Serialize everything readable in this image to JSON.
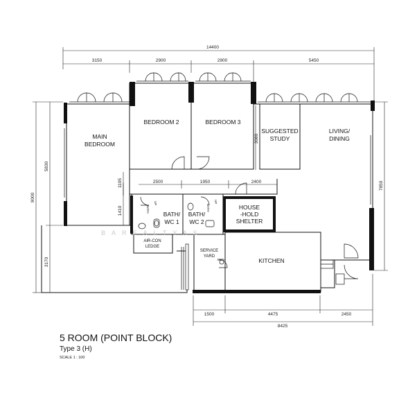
{
  "title": "5 ROOM (POINT BLOCK)",
  "subtitle": "Type 3 (H)",
  "scale": "SCALE  1 : 100",
  "watermark": "BAREALTYAS",
  "dimensions": {
    "top_total": "14400",
    "top_1": "3150",
    "top_2": "2900",
    "top_3": "2900",
    "top_4": "5450",
    "left_upper": "5830",
    "left_total": "9000",
    "left_lower": "3170",
    "right_total": "7850",
    "mid_study": "3080",
    "corr_left": "1105",
    "corr_1": "2500",
    "corr_2": "1950",
    "corr_3": "2400",
    "bath_height": "1410",
    "bottom_1": "1500",
    "bottom_2": "4475",
    "bottom_3": "2450",
    "bottom_total": "8425"
  },
  "rooms": {
    "main_bedroom_1": "MAIN",
    "main_bedroom_2": "BEDROOM",
    "bedroom_2": "BEDROOM 2",
    "bedroom_3": "BEDROOM 3",
    "study_1": "SUGGESTED",
    "study_2": "STUDY",
    "living_1": "LIVING/",
    "living_2": "DINING",
    "bath1_1": "BATH/",
    "bath1_2": "WC 1",
    "bath2_1": "BATH/",
    "bath2_2": "WC 2",
    "shelter_1": "HOUSE",
    "shelter_2": "-HOLD",
    "shelter_3": "SHELTER",
    "aircon_1": "AIR-CON",
    "aircon_2": "LEDGE",
    "service_1": "SERVICE",
    "service_2": "YARD",
    "kitchen": "KITCHEN",
    "bath_small": "BATH",
    "up_small": "UP"
  }
}
